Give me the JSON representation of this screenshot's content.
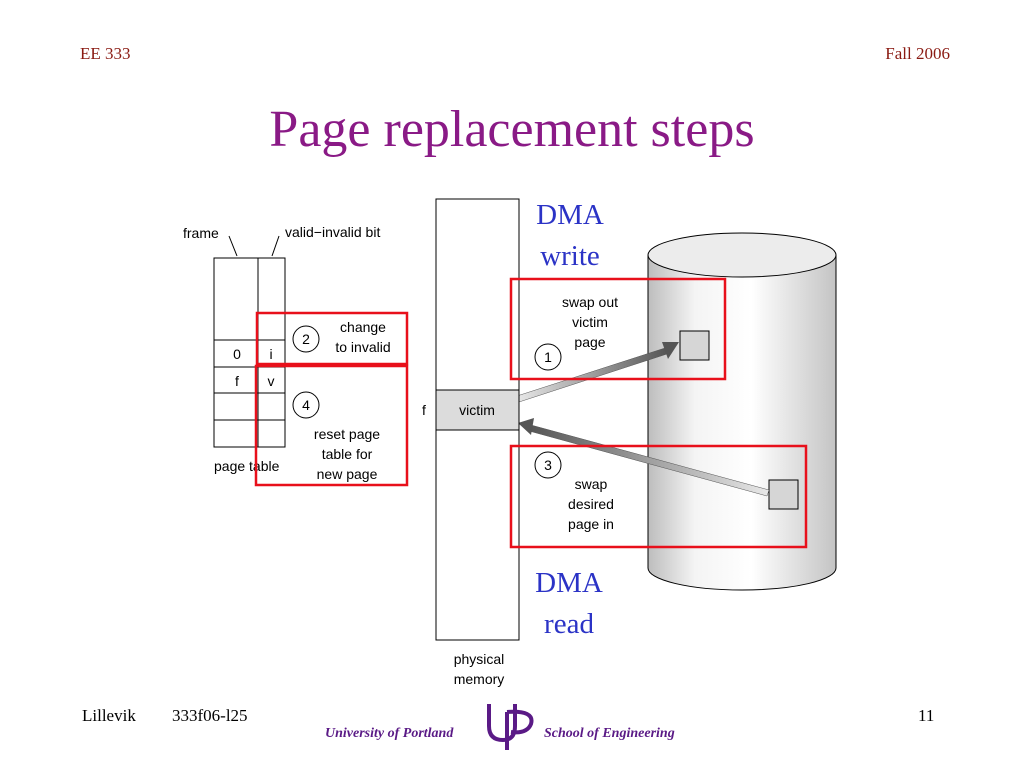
{
  "header": {
    "course": "EE 333",
    "term": "Fall 2006"
  },
  "title": "Page replacement steps",
  "diagram": {
    "frame_label": "frame",
    "valid_bit_label": "valid−invalid bit",
    "page_table_label": "page table",
    "entry_victim_frame": "0",
    "entry_victim_bit": "i",
    "entry_new_frame": "f",
    "entry_new_bit": "v",
    "step2_num": "2",
    "step2_line1": "change",
    "step2_line2": "to invalid",
    "step4_num": "4",
    "step4_line1": "reset page",
    "step4_line2": "table for",
    "step4_line3": "new page",
    "frame_f_label": "f",
    "victim_label": "victim",
    "step1_num": "1",
    "step1_line1": "swap out",
    "step1_line2": "victim",
    "step1_line3": "page",
    "step3_num": "3",
    "step3_line1": "swap",
    "step3_line2": "desired",
    "step3_line3": "page in",
    "physical_memory_line1": "physical",
    "physical_memory_line2": "memory",
    "dma_write_line1": "DMA",
    "dma_write_line2": "write",
    "dma_read_line1": "DMA",
    "dma_read_line2": "read"
  },
  "footer": {
    "author": "Lillevik",
    "doc_id": "333f06-l25",
    "page_number": "11",
    "university": "University of Portland",
    "school": "School of Engineering"
  }
}
